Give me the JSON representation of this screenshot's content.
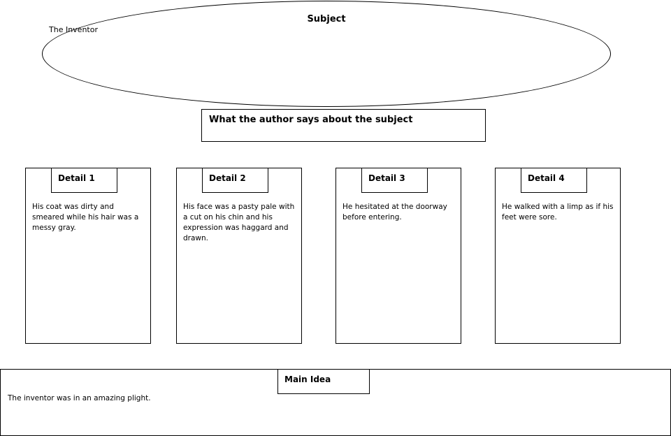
{
  "subject": {
    "title": "Subject",
    "text": "The Inventor"
  },
  "author": {
    "label": "What the author says  about the subject"
  },
  "details": [
    {
      "title": "Detail  1",
      "text": "His coat was dirty and smeared while his hair was a messy gray."
    },
    {
      "title": "Detail  2",
      "text": "His face was a pasty pale with a cut on his chin and his expression was haggard and drawn."
    },
    {
      "title": "Detail  3",
      "text": "He hesitated at the doorway before entering."
    },
    {
      "title": "Detail  4",
      "text": "He walked with a limp as if his feet were sore."
    }
  ],
  "main_idea": {
    "title": "Main Idea",
    "text": "The inventor was in an amazing plight."
  }
}
